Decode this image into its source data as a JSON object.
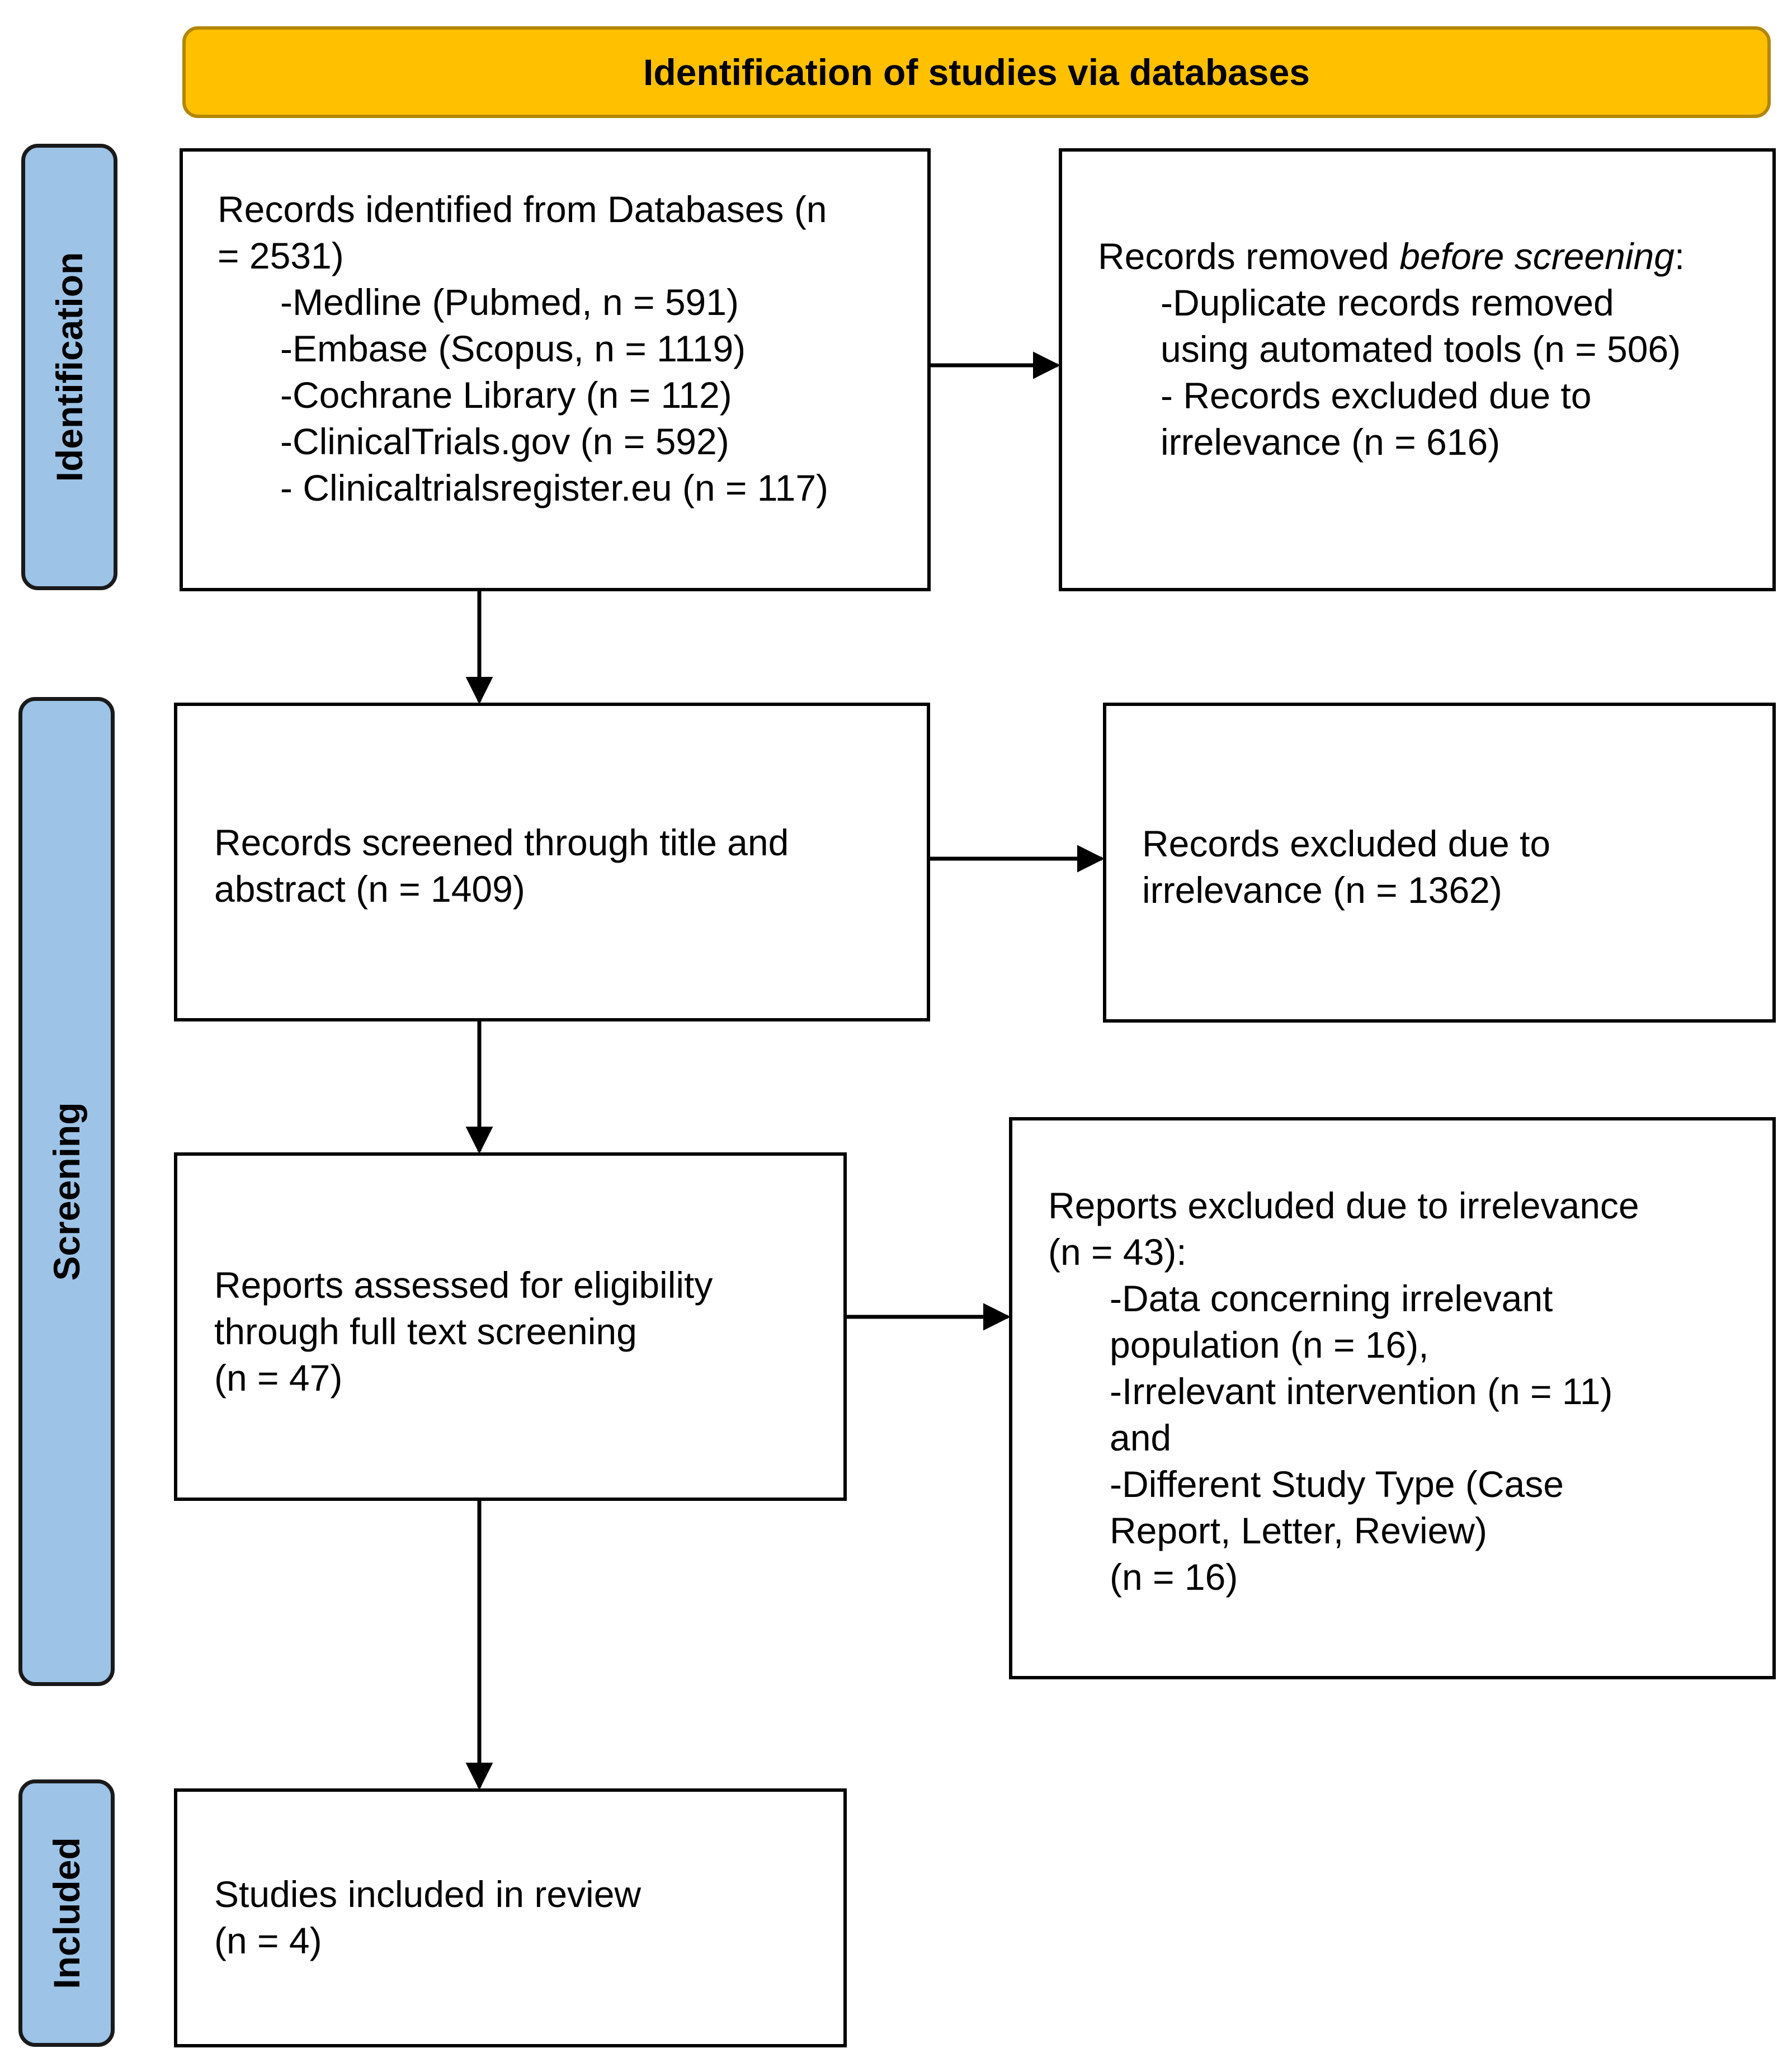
{
  "header": {
    "title": "Identification of studies via databases"
  },
  "phases": {
    "identification": "Identification",
    "screening": "Screening",
    "included": "Included"
  },
  "boxes": {
    "identified": {
      "lines": [
        "Records identified from Databases (n",
        "= 2531)",
        "-Medline (Pubmed, n = 591)",
        "-Embase (Scopus, n = 1119)",
        "-Cochrane Library (n = 112)",
        "-ClinicalTrials.gov (n = 592)",
        "- Clinicaltrialsregister.eu (n = 117)"
      ]
    },
    "removed": {
      "lead": "Records removed ",
      "emphasis": "before screening",
      "trail": ":",
      "lines": [
        "-Duplicate records removed",
        "using automated tools (n = 506)",
        "- Records excluded due to",
        "irrelevance (n = 616)"
      ]
    },
    "screened": {
      "lines": [
        "Records screened through title and",
        "abstract (n = 1409)"
      ]
    },
    "excluded": {
      "lines": [
        "Records excluded due to",
        "irrelevance (n = 1362)"
      ]
    },
    "assessed": {
      "lines": [
        "Reports assessed for eligibility",
        "through full text screening",
        "(n = 47)"
      ]
    },
    "reports_excluded": {
      "lines": [
        "Reports excluded due to irrelevance",
        "(n = 43):"
      ],
      "sub_lines": [
        "-Data concerning irrelevant",
        "population (n = 16),",
        "-Irrelevant intervention (n = 11)",
        "and",
        "-Different Study Type (Case",
        "Report, Letter, Review)",
        "(n = 16)"
      ]
    },
    "included": {
      "lines": [
        "Studies included in review",
        "(n = 4)"
      ]
    }
  }
}
